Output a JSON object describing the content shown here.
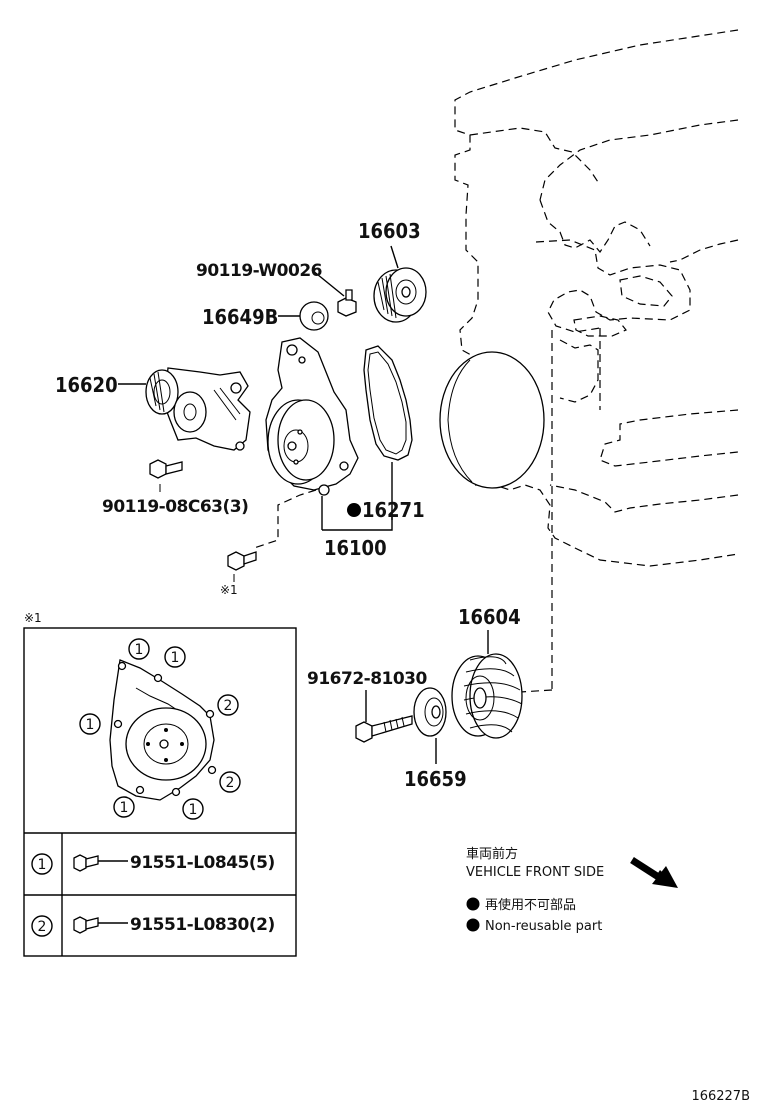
{
  "labels": {
    "p16603": "16603",
    "p90119w": "90119-W0026",
    "p16649b": "16649B",
    "p16620": "16620",
    "p90119c": "90119-08C63(3)",
    "p16271": "16271",
    "p16100": "16100",
    "note_ref": "※1",
    "p16604": "16604",
    "p91672": "91672-81030",
    "p16659": "16659"
  },
  "detail": {
    "title": "※1",
    "circle_one": "1",
    "circle_two": "2",
    "rows": [
      {
        "marker": "1",
        "part": "91551-L0845(5)"
      },
      {
        "marker": "2",
        "part": "91551-L0830(2)"
      }
    ]
  },
  "legend": {
    "front_jp": "車両前方",
    "front_en": "VEHICLE FRONT SIDE",
    "nonreuse_jp": "再使用不可部品",
    "nonreuse_en": "Non-reusable part"
  },
  "figure_id": "166227B",
  "colors": {
    "ink": "#000000",
    "paper": "#ffffff"
  }
}
